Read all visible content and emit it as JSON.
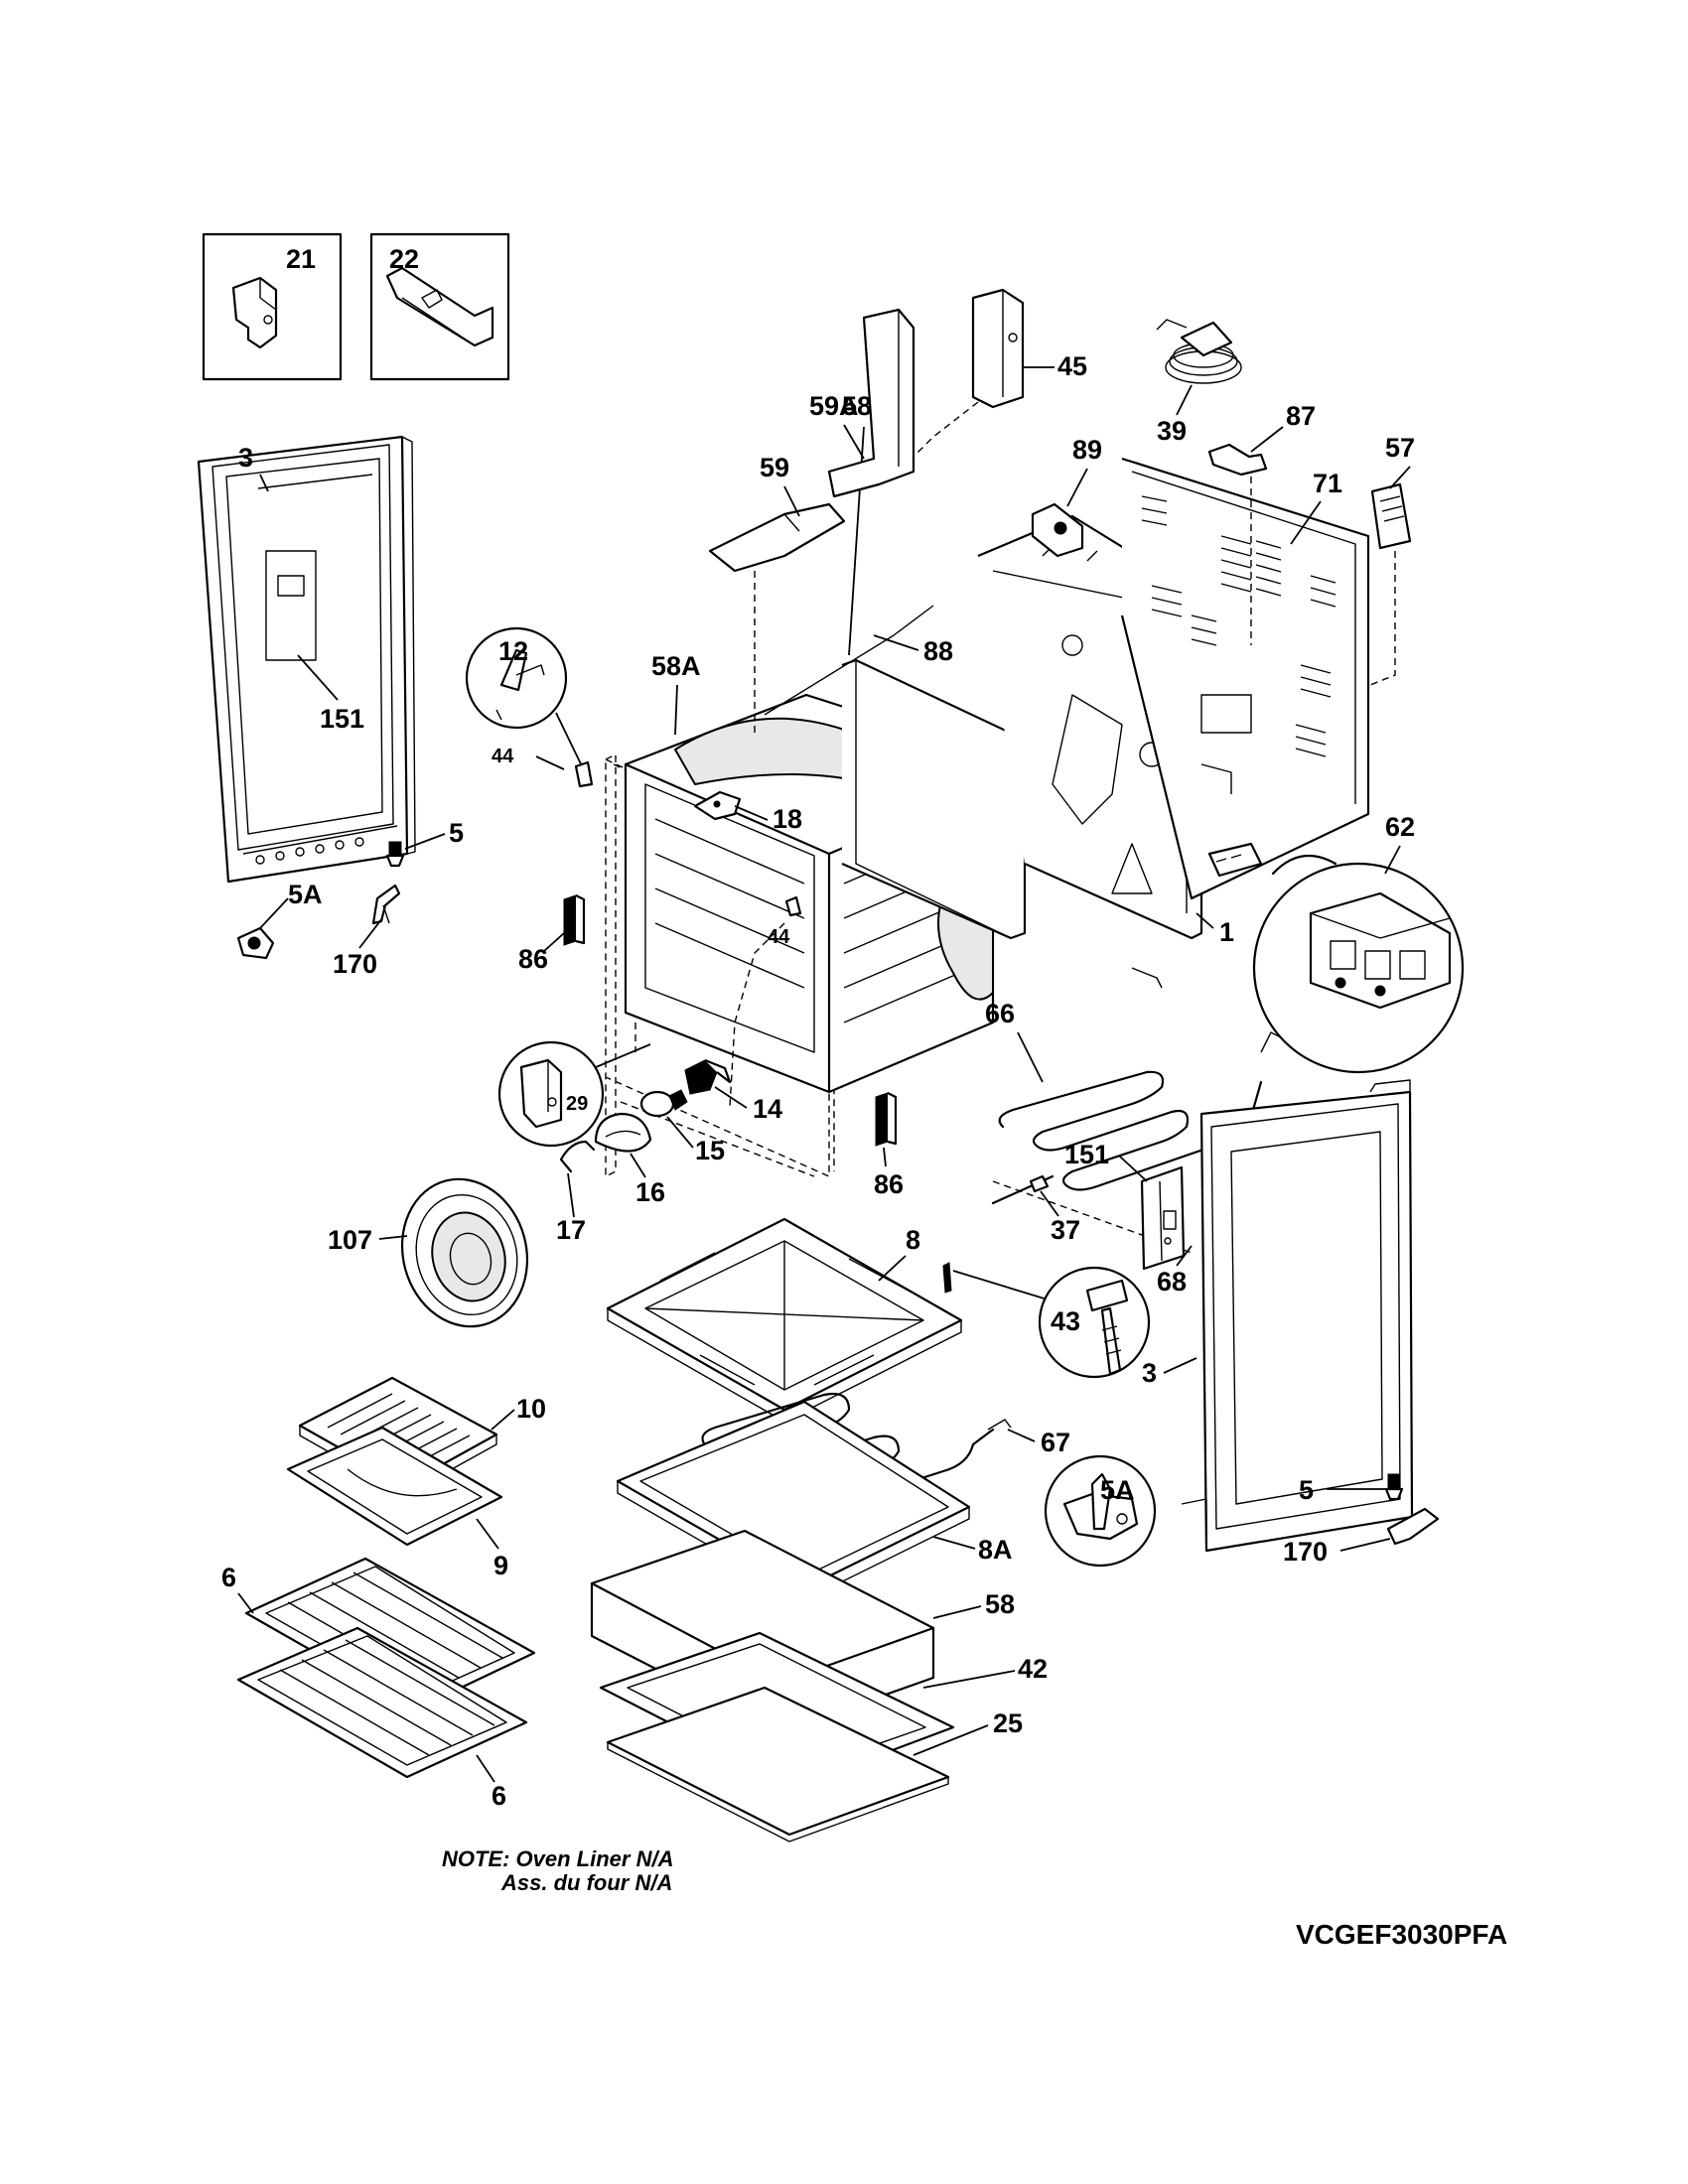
{
  "labels": {
    "p21": "21",
    "p22": "22",
    "p45": "45",
    "p39": "39",
    "p59a": "59A",
    "p59": "59",
    "p87": "87",
    "p57": "57",
    "p89": "89",
    "p71": "71",
    "p3a": "3",
    "p58b": "58B",
    "p88": "88",
    "p12": "12",
    "p58a": "58A",
    "p151a": "151",
    "p44a": "44",
    "p18": "18",
    "p62": "62",
    "p5a": "5",
    "p5aa": "5A",
    "p1": "1",
    "p44b": "44",
    "p170a": "170",
    "p86a": "86",
    "p66": "66",
    "p29": "29",
    "p14": "14",
    "p68": "68",
    "p15": "15",
    "p151b": "151",
    "p86b": "86",
    "p16": "16",
    "p17": "17",
    "p37": "37",
    "p107": "107",
    "p8": "8",
    "p43": "43",
    "p3b": "3",
    "p10": "10",
    "p67": "67",
    "p5ab": "5A",
    "p9": "9",
    "p8a": "8A",
    "p5b": "5",
    "p170b": "170",
    "p6a": "6",
    "p58": "58",
    "p42": "42",
    "p25": "25",
    "p6b": "6"
  },
  "note": {
    "line1": "NOTE: Oven Liner N/A",
    "line2": "Ass. du four N/A"
  },
  "model": "VCGEF3030PFA"
}
